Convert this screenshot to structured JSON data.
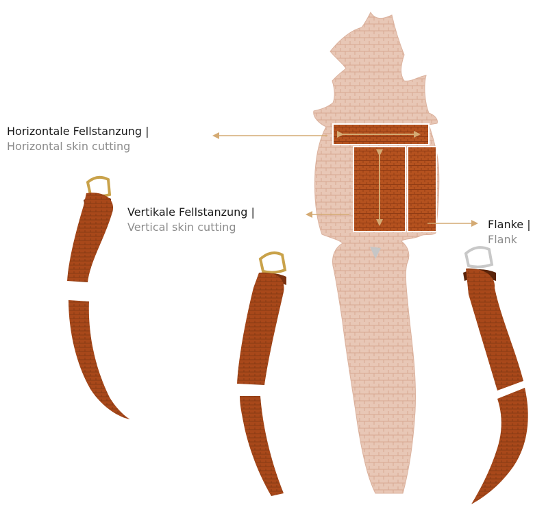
{
  "labels": {
    "horizontal": {
      "de": "Horizontale Fellstanzung |",
      "en": "Horizontal skin cutting"
    },
    "vertical": {
      "de": "Vertikale Fellstanzung |",
      "en": "Vertical skin cutting"
    },
    "flank": {
      "de": "Flanke |",
      "en": "Flank"
    }
  },
  "colors": {
    "skin": "#e8c7b6",
    "skin_scale": "#d9ae98",
    "cut": "#b5521f",
    "cut_scale": "#8f3b14",
    "arrow": "#d4aa73",
    "strap": "#a8481a",
    "strap_dark": "#7a3210",
    "buckle_gold": "#c9a24a",
    "buckle_silver": "#c8c8c8"
  }
}
